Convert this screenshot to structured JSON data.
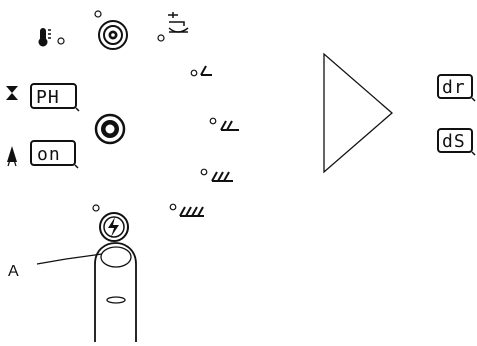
{
  "panel": {
    "display_1": "PH",
    "display_2": "on",
    "result_display_1": "dr",
    "result_display_2": "dS",
    "callout_label": "A"
  },
  "icons": {
    "thermometer": "thermometer-icon",
    "program_knob_top": "program-knob-top",
    "faucet": "faucet-icon",
    "hourglass": "hourglass-icon",
    "shower": "shower-icon",
    "program_knob_middle": "program-knob-middle",
    "power": "lightning-icon",
    "arrow": "triangle-arrow-icon",
    "pressure_levels": [
      "level-1-icon",
      "level-2-icon",
      "level-3-icon",
      "level-4-icon"
    ]
  },
  "colors": {
    "stroke": "#111111",
    "background": "#ffffff"
  }
}
